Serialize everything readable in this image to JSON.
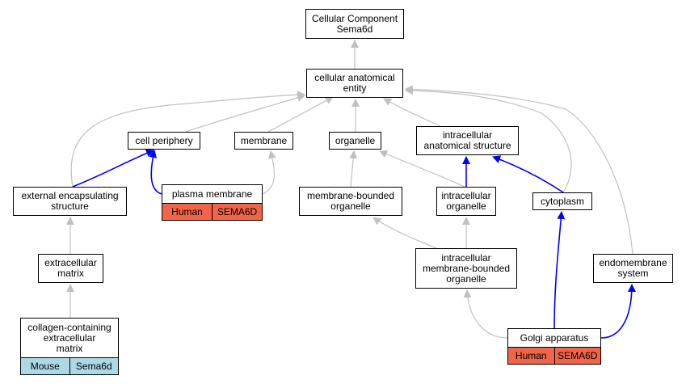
{
  "colors": {
    "edge_gray": "#c0c0c0",
    "edge_blue": "#0000ff",
    "human_fill": "#f16448",
    "mouse_fill": "#add8e6"
  },
  "nodes": {
    "cc": "Cellular Component\nSema6d",
    "cae": "cellular anatomical\nentity",
    "cell_periphery": "cell periphery",
    "membrane": "membrane",
    "organelle": "organelle",
    "ias": "intracellular\nanatomical structure",
    "ees": "external encapsulating\nstructure",
    "mbo": "membrane-bounded\norganelle",
    "io": "intracellular\norganelle",
    "cytoplasm": "cytoplasm",
    "ecm": "extracellular\nmatrix",
    "imbo": "intracellular\nmembrane-bounded\norganelle",
    "endomembrane": "endomembrane\nsystem"
  },
  "annotated": {
    "plasma_membrane": {
      "label": "plasma membrane",
      "species": "Human",
      "gene": "SEMA6D"
    },
    "golgi": {
      "label": "Golgi apparatus",
      "species": "Human",
      "gene": "SEMA6D"
    },
    "collagen": {
      "label": "collagen-containing\nextracellular\nmatrix",
      "species": "Mouse",
      "gene": "Sema6d"
    }
  }
}
